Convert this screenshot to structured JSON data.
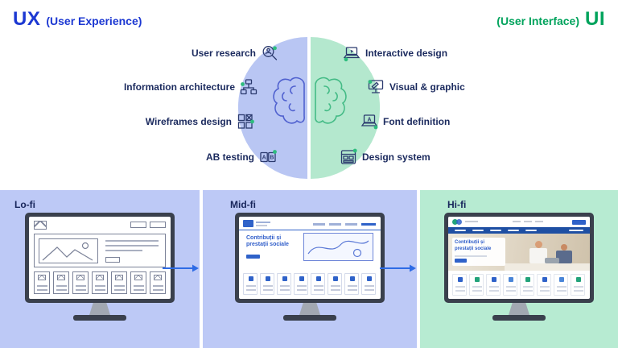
{
  "header": {
    "ux_abbr": "UX",
    "ux_label": "(User Experience)",
    "ui_label": "(User Interface)",
    "ui_abbr": "UI"
  },
  "ux_items": [
    {
      "label": "User research",
      "icon": "user-research-icon"
    },
    {
      "label": "Information architecture",
      "icon": "information-architecture-icon"
    },
    {
      "label": "Wireframes design",
      "icon": "wireframes-design-icon"
    },
    {
      "label": "AB testing",
      "icon": "ab-testing-icon"
    }
  ],
  "ui_items": [
    {
      "label": "Interactive design",
      "icon": "interactive-design-icon"
    },
    {
      "label": "Visual & graphic",
      "icon": "visual-graphic-icon"
    },
    {
      "label": "Font definition",
      "icon": "font-definition-icon"
    },
    {
      "label": "Design system",
      "icon": "design-system-icon"
    }
  ],
  "icon_letters": {
    "a": "A",
    "b": "B"
  },
  "stages": {
    "lofi": {
      "label": "Lo-fi"
    },
    "midfi": {
      "label": "Mid-fi",
      "hero_title": "Contribuții și prestații sociale"
    },
    "hifi": {
      "label": "Hi-fi",
      "hero_title": "Contribuții și prestații sociale"
    }
  },
  "colors": {
    "ux_blue": "#1c38d2",
    "ui_green": "#00a35c",
    "panel_blue": "#bdc9f6",
    "panel_green": "#b7ebd2",
    "brain_left_fill": "#b9c6f3",
    "brain_right_fill": "#b4e8ce",
    "brain_left_stroke": "#5061cf",
    "brain_right_stroke": "#44bb86",
    "arrow_blue": "#2e6be5"
  }
}
